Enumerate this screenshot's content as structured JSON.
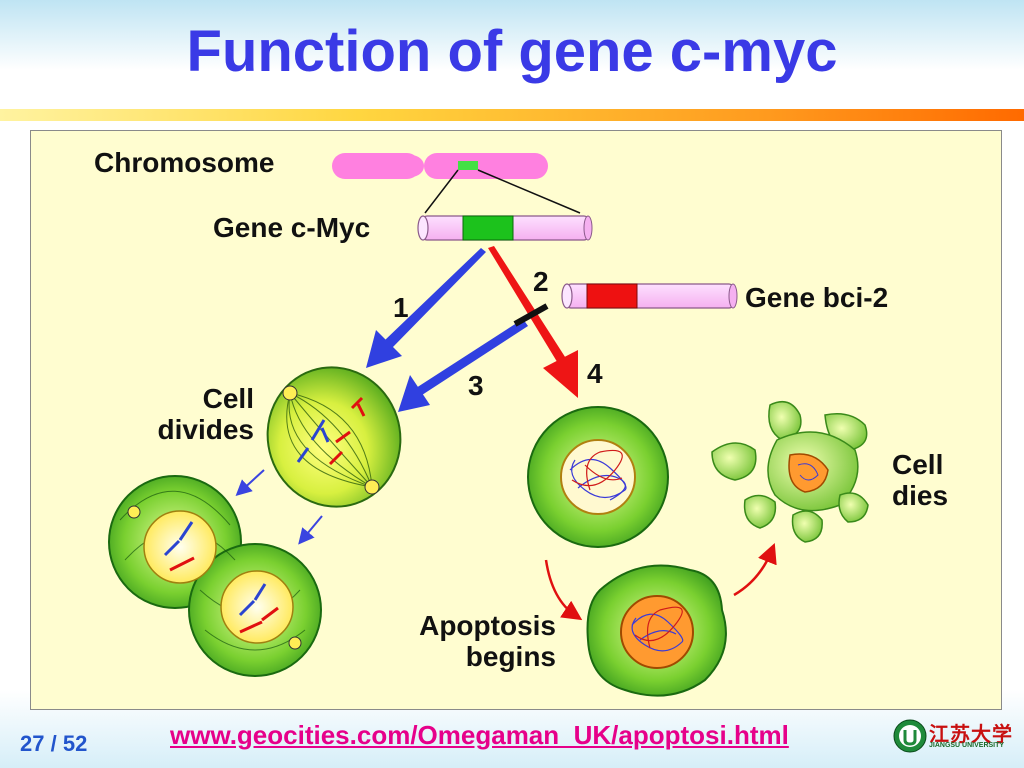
{
  "slide": {
    "title": "Function of gene c-myc",
    "page_current": "27",
    "page_separator": "/",
    "page_total": "52",
    "source_url": "www.geocities.com/Omegaman_UK/apoptosi.html"
  },
  "labels": {
    "chromosome": "Chromosome",
    "gene_cmyc": "Gene c-Myc",
    "gene_bcl2": "Gene bci-2",
    "cell_divides_line1": "Cell",
    "cell_divides_line2": "divides",
    "cell_dies_line1": "Cell",
    "cell_dies_line2": "dies",
    "apoptosis_line1": "Apoptosis",
    "apoptosis_line2": "begins"
  },
  "pathways": {
    "p1": "1",
    "p2": "2",
    "p3": "3",
    "p4": "4"
  },
  "logo": {
    "cn": "江苏大学",
    "en": "JIANGSU UNIVERSITY"
  },
  "colors": {
    "title": "#3a3ae6",
    "arrow_divide": "#2a3ae0",
    "arrow_apoptosis": "#e01010",
    "chromosome": "#ff80e0",
    "gene_marker": "#22cc22",
    "bcl2_marker": "#ee1111",
    "panel": "#fffdd0"
  }
}
